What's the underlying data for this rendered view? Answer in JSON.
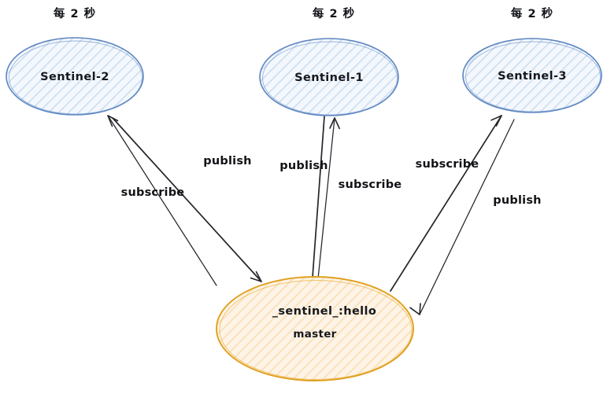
{
  "diagram": {
    "title": "Redis Sentinel publish/subscribe hello channel",
    "background_color": "#ffffff",
    "node_border_color_sentinel": "#5e86c0",
    "node_fill_color_sentinel": "#eaf1fa",
    "node_border_color_master": "#e0a020",
    "node_fill_color_master": "#fdf0dc",
    "edge_color": "#23252b",
    "text_color": "#16181d"
  },
  "timers": [
    {
      "id": "timer-sentinel-2",
      "text": "每 2 秒"
    },
    {
      "id": "timer-sentinel-1",
      "text": "每 2 秒"
    },
    {
      "id": "timer-sentinel-3",
      "text": "每 2 秒"
    }
  ],
  "nodes": [
    {
      "id": "sentinel-2",
      "label": "Sentinel-2",
      "type": "sentinel"
    },
    {
      "id": "sentinel-1",
      "label": "Sentinel-1",
      "type": "sentinel"
    },
    {
      "id": "sentinel-3",
      "label": "Sentinel-3",
      "type": "sentinel"
    },
    {
      "id": "master-channel",
      "label": "_sentinel_:hello",
      "sublabel": "master",
      "type": "master"
    }
  ],
  "edges": [
    {
      "id": "edge-publish-left",
      "label": "publish",
      "from": "sentinel-2",
      "to": "master-channel"
    },
    {
      "id": "edge-subscribe-left",
      "label": "subscribe",
      "from": "master-channel",
      "to": "sentinel-2"
    },
    {
      "id": "edge-publish-center",
      "label": "publish",
      "from": "sentinel-1",
      "to": "master-channel"
    },
    {
      "id": "edge-subscribe-center",
      "label": "subscribe",
      "from": "master-channel",
      "to": "sentinel-1"
    },
    {
      "id": "edge-subscribe-right",
      "label": "subscribe",
      "from": "master-channel",
      "to": "sentinel-3"
    },
    {
      "id": "edge-publish-right",
      "label": "publish",
      "from": "sentinel-3",
      "to": "master-channel"
    }
  ]
}
